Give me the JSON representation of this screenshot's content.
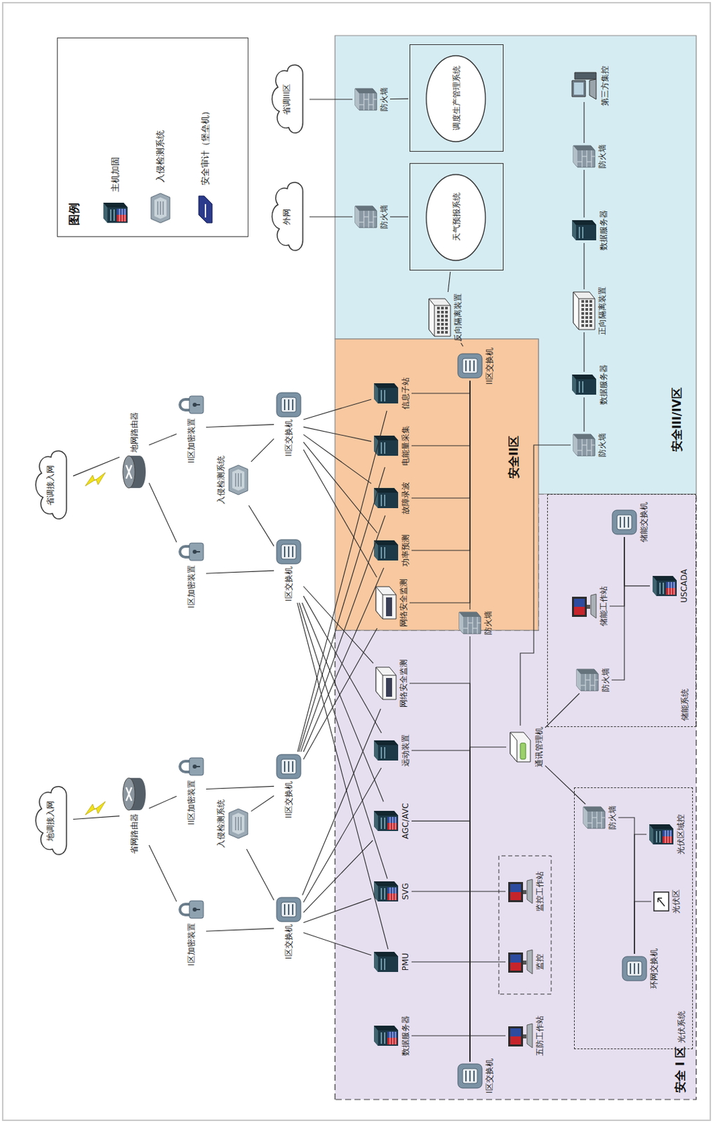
{
  "diagram": {
    "nodes": [
      {
        "text": [
          "地调接入网"
        ]
      },
      {
        "text": [
          "省网路由器"
        ]
      },
      {
        "text": [
          "省调接入网"
        ]
      },
      {
        "text": [
          "地网路由器"
        ]
      },
      {
        "text": [
          "I区加密装置"
        ]
      },
      {
        "text": [
          "II区加密装置"
        ]
      },
      {
        "text": [
          "入侵检测系统"
        ]
      },
      {
        "text": [
          "I区交换机"
        ]
      },
      {
        "text": [
          "II区交换机"
        ]
      },
      {
        "text": [
          "I区加密装置"
        ]
      },
      {
        "text": [
          "II区加密装置"
        ]
      },
      {
        "text": [
          "入侵检测系统"
        ]
      },
      {
        "text": [
          "I区交换机"
        ]
      },
      {
        "text": [
          "II区交换机"
        ]
      },
      {
        "text": [
          "安全 I 区"
        ]
      },
      {
        "text": [
          "数据服务器"
        ],
        "in": 14
      },
      {
        "text": [
          "PMU"
        ],
        "in": 14
      },
      {
        "text": [
          "SVG"
        ],
        "in": 14
      },
      {
        "text": [
          "AGC/AVC"
        ],
        "in": 14
      },
      {
        "text": [
          "远动装置"
        ],
        "in": 14
      },
      {
        "text": [
          "网络安全监测"
        ],
        "in": 14
      },
      {
        "text": [
          "I区交换机"
        ],
        "in": 14
      },
      {
        "text": [
          "五防工作站"
        ],
        "in": 14
      },
      {
        "text": [
          "监控"
        ],
        "in": 14
      },
      {
        "text": [
          "监控工作站"
        ],
        "in": 14
      },
      {
        "text": [
          "通讯管理机"
        ],
        "in": 14
      },
      {
        "text": [
          "光伏系统"
        ],
        "in": 14
      },
      {
        "text": [
          "防火墙"
        ],
        "in": 26
      },
      {
        "text": [
          "环网交换机"
        ],
        "in": 26
      },
      {
        "text": [
          "光伏区"
        ],
        "in": 26
      },
      {
        "text": [
          "光伏区域控"
        ],
        "in": 26
      },
      {
        "text": [
          "储能系统"
        ],
        "in": 14
      },
      {
        "text": [
          "防火墙"
        ],
        "in": 31
      },
      {
        "text": [
          "储能工作站"
        ],
        "in": 31
      },
      {
        "text": [
          "储能交换机"
        ],
        "in": 31
      },
      {
        "text": [
          "USCADA"
        ],
        "in": 31
      },
      {
        "text": [
          "防火墙"
        ]
      },
      {
        "text": [
          "安全II区"
        ]
      },
      {
        "text": [
          "网络安全监测"
        ],
        "in": 37
      },
      {
        "text": [
          "功率预测"
        ],
        "in": 37
      },
      {
        "text": [
          "故障录波"
        ],
        "in": 37
      },
      {
        "text": [
          "电能量采集"
        ],
        "in": 37
      },
      {
        "text": [
          "信息子站"
        ],
        "in": 37
      },
      {
        "text": [
          "II区交换机"
        ],
        "in": 37
      },
      {
        "text": [
          "安全III/IV区"
        ]
      },
      {
        "text": [
          "反向隔离装置"
        ],
        "in": 44
      },
      {
        "text": [
          "防火墙"
        ],
        "in": 44
      },
      {
        "text": [
          "数据服务器"
        ],
        "in": 44
      },
      {
        "text": [
          "正向隔离装置"
        ],
        "in": 44
      },
      {
        "text": [
          "数据服务器"
        ],
        "in": 44
      },
      {
        "text": [
          "防火墙"
        ],
        "in": 44
      },
      {
        "text": [
          "第三方集控"
        ],
        "in": 44
      },
      {
        "text": [
          "防火墙"
        ],
        "in": 44
      },
      {
        "text": [
          "天气预报系统"
        ],
        "in": 44
      },
      {
        "text": [
          "防火墙"
        ],
        "in": 44
      },
      {
        "text": [
          "调度生产管理系统"
        ],
        "in": 44
      },
      {
        "text": [
          "外网"
        ]
      },
      {
        "text": [
          "省调III区"
        ]
      }
    ],
    "edges": [
      {
        "from": 0,
        "to": 1,
        "arrow": "none"
      },
      {
        "from": 2,
        "to": 3,
        "arrow": "none"
      },
      {
        "from": 1,
        "to": 4,
        "arrow": "none"
      },
      {
        "from": 1,
        "to": 5,
        "arrow": "none"
      },
      {
        "from": 3,
        "to": 9,
        "arrow": "none"
      },
      {
        "from": 3,
        "to": 10,
        "arrow": "none"
      },
      {
        "from": 4,
        "to": 7,
        "arrow": "none"
      },
      {
        "from": 5,
        "to": 8,
        "arrow": "none"
      },
      {
        "from": 9,
        "to": 12,
        "arrow": "none"
      },
      {
        "from": 10,
        "to": 13,
        "arrow": "none"
      },
      {
        "from": 6,
        "to": 7,
        "arrow": "none"
      },
      {
        "from": 6,
        "to": 8,
        "arrow": "none"
      },
      {
        "from": 11,
        "to": 12,
        "arrow": "none"
      },
      {
        "from": 11,
        "to": 13,
        "arrow": "none"
      },
      {
        "from": 7,
        "to": 16,
        "arrow": "none"
      },
      {
        "from": 7,
        "to": 17,
        "arrow": "none"
      },
      {
        "from": 7,
        "to": 18,
        "arrow": "none"
      },
      {
        "from": 7,
        "to": 19,
        "arrow": "none"
      },
      {
        "from": 7,
        "to": 20,
        "arrow": "none"
      },
      {
        "from": 12,
        "to": 16,
        "arrow": "none"
      },
      {
        "from": 12,
        "to": 17,
        "arrow": "none"
      },
      {
        "from": 12,
        "to": 18,
        "arrow": "none"
      },
      {
        "from": 12,
        "to": 19,
        "arrow": "none"
      },
      {
        "from": 12,
        "to": 20,
        "arrow": "none"
      },
      {
        "from": 8,
        "to": 38,
        "arrow": "none"
      },
      {
        "from": 8,
        "to": 39,
        "arrow": "none"
      },
      {
        "from": 8,
        "to": 40,
        "arrow": "none"
      },
      {
        "from": 8,
        "to": 41,
        "arrow": "none"
      },
      {
        "from": 8,
        "to": 42,
        "arrow": "none"
      },
      {
        "from": 13,
        "to": 38,
        "arrow": "none"
      },
      {
        "from": 13,
        "to": 39,
        "arrow": "none"
      },
      {
        "from": 13,
        "to": 40,
        "arrow": "none"
      },
      {
        "from": 13,
        "to": 41,
        "arrow": "none"
      },
      {
        "from": 13,
        "to": 42,
        "arrow": "none"
      },
      {
        "from": 15,
        "to": 21,
        "arrow": "none"
      },
      {
        "from": 16,
        "to": 21,
        "arrow": "none"
      },
      {
        "from": 17,
        "to": 21,
        "arrow": "none"
      },
      {
        "from": 18,
        "to": 21,
        "arrow": "none"
      },
      {
        "from": 19,
        "to": 21,
        "arrow": "none"
      },
      {
        "from": 20,
        "to": 21,
        "arrow": "none"
      },
      {
        "from": 22,
        "to": 21,
        "arrow": "none"
      },
      {
        "from": 23,
        "to": 21,
        "arrow": "none"
      },
      {
        "from": 24,
        "to": 21,
        "arrow": "none"
      },
      {
        "from": 25,
        "to": 21,
        "arrow": "none"
      },
      {
        "from": 21,
        "to": 36,
        "arrow": "none"
      },
      {
        "from": 36,
        "to": 43,
        "arrow": "none"
      },
      {
        "from": 38,
        "to": 43,
        "arrow": "none"
      },
      {
        "from": 39,
        "to": 43,
        "arrow": "none"
      },
      {
        "from": 40,
        "to": 43,
        "arrow": "none"
      },
      {
        "from": 41,
        "to": 43,
        "arrow": "none"
      },
      {
        "from": 42,
        "to": 43,
        "arrow": "none"
      },
      {
        "from": 43,
        "to": 45,
        "arrow": "none"
      },
      {
        "from": 45,
        "to": 53,
        "arrow": "none"
      },
      {
        "from": 25,
        "to": 27,
        "arrow": "none"
      },
      {
        "from": 25,
        "to": 32,
        "arrow": "none"
      },
      {
        "from": 25,
        "to": 46,
        "arrow": "none"
      },
      {
        "from": 27,
        "to": 28,
        "arrow": "none"
      },
      {
        "from": 29,
        "to": 28,
        "arrow": "none"
      },
      {
        "from": 30,
        "to": 28,
        "arrow": "none"
      },
      {
        "from": 32,
        "to": 34,
        "arrow": "none"
      },
      {
        "from": 33,
        "to": 34,
        "arrow": "none"
      },
      {
        "from": 35,
        "to": 34,
        "arrow": "none"
      },
      {
        "from": 46,
        "to": 47,
        "arrow": "none"
      },
      {
        "from": 47,
        "to": 48,
        "arrow": "none"
      },
      {
        "from": 48,
        "to": 49,
        "arrow": "none"
      },
      {
        "from": 49,
        "to": 50,
        "arrow": "none"
      },
      {
        "from": 50,
        "to": 51,
        "arrow": "none"
      },
      {
        "from": 56,
        "to": 52,
        "arrow": "none"
      },
      {
        "from": 52,
        "to": 53,
        "arrow": "none"
      },
      {
        "from": 57,
        "to": 54,
        "arrow": "none"
      },
      {
        "from": 54,
        "to": 55,
        "arrow": "none"
      }
    ],
    "labels": [
      "图例"
    ],
    "legend": [
      {
        "text": "主机加固"
      },
      {
        "text": "入侵检测系统"
      },
      {
        "text": "安全审计（堡垒机）"
      }
    ]
  }
}
